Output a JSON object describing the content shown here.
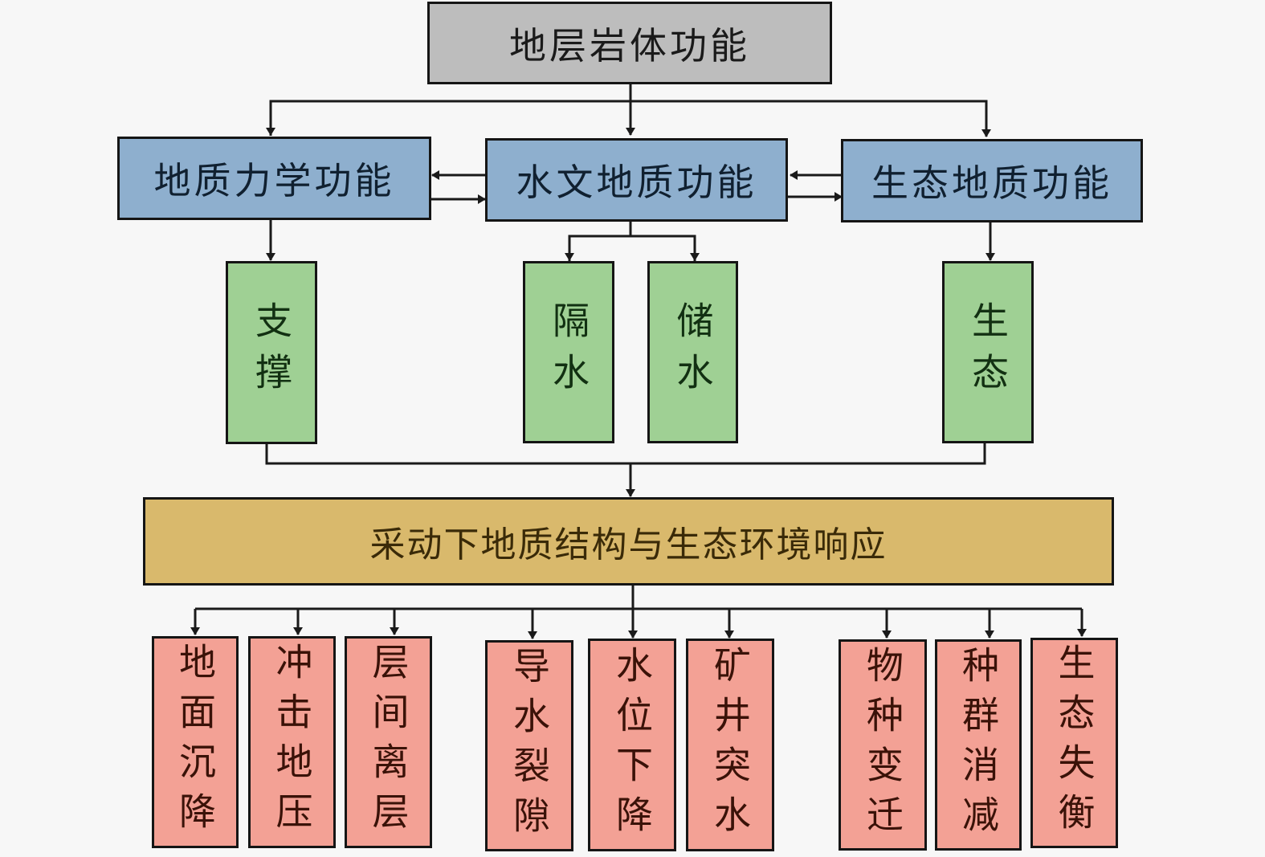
{
  "root": {
    "label": "地层岩体功能"
  },
  "functions": [
    {
      "label": "地质力学功能"
    },
    {
      "label": "水文地质功能"
    },
    {
      "label": "生态地质功能"
    }
  ],
  "sub_functions": [
    {
      "label": "支撑"
    },
    {
      "label": "隔水"
    },
    {
      "label": "储水"
    },
    {
      "label": "生态"
    }
  ],
  "response": {
    "label": "采动下地质结构与生态环境响应"
  },
  "effects": [
    {
      "label": "地面沉降"
    },
    {
      "label": "冲击地压"
    },
    {
      "label": "层间离层"
    },
    {
      "label": "导水裂隙"
    },
    {
      "label": "水位下降"
    },
    {
      "label": "矿井突水"
    },
    {
      "label": "物种变迁"
    },
    {
      "label": "种群消减"
    },
    {
      "label": "生态失衡"
    }
  ],
  "colors": {
    "root": "#bdbdbd",
    "function": "#8eafce",
    "sub_function": "#9fd094",
    "response": "#d9b96c",
    "effect": "#f3a195"
  }
}
